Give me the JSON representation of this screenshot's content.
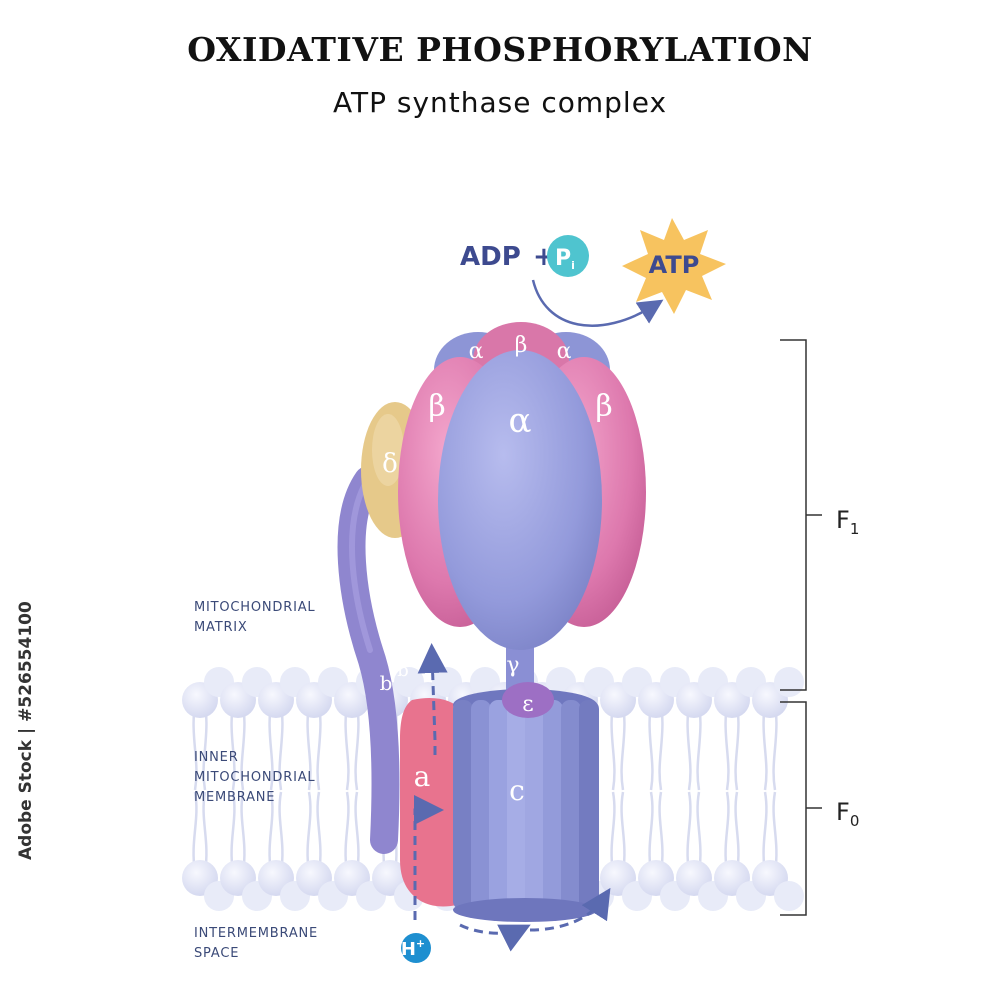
{
  "title": "OXIDATIVE PHOSPHORYLATION",
  "subtitle": "ATP synthase complex",
  "regions": {
    "matrix": [
      "MITOCHONDRIAL",
      "MATRIX"
    ],
    "membrane": [
      "INNER",
      "MITOCHONDRIAL",
      "MEMBRANE"
    ],
    "intermembrane": [
      "INTERMEMBRANE",
      "SPACE"
    ]
  },
  "reaction": {
    "adp": "ADP",
    "plus": "+",
    "pi": "P",
    "pi_sub": "i",
    "atp": "ATP"
  },
  "subunits": {
    "alpha": "α",
    "beta": "β",
    "delta": "δ",
    "gamma": "γ",
    "epsilon": "ε",
    "b": "b",
    "a": "a",
    "c": "c"
  },
  "proton": {
    "symbol": "H",
    "charge": "+"
  },
  "brackets": {
    "f1": "F",
    "f1_sub": "1",
    "f0": "F",
    "f0_sub": "0"
  },
  "side_id": "Adobe Stock | #526554100",
  "colors": {
    "alpha": "#9aa0dc",
    "beta": "#e07ab0",
    "delta": "#e6c98a",
    "stator": "#8f86cf",
    "a": "#e8738e",
    "c": "#8b93d6",
    "label": "#3b4a78",
    "arrow": "#5a6ab0",
    "atp_star": "#f7c35f",
    "pi": "#4fc4cf"
  }
}
